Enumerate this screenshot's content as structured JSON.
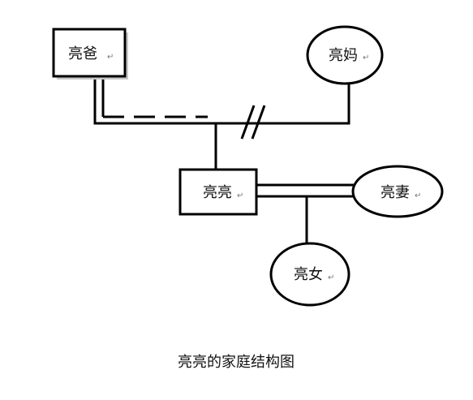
{
  "paragraph_mark": "↵",
  "nodes": {
    "father": {
      "label": "亮爸",
      "shape": "square"
    },
    "mother": {
      "label": "亮妈",
      "shape": "circle"
    },
    "self": {
      "label": "亮亮",
      "shape": "square"
    },
    "wife": {
      "label": "亮妻",
      "shape": "circle"
    },
    "daughter": {
      "label": "亮女",
      "shape": "circle"
    }
  },
  "relationships": {
    "father_mother": "divorced",
    "father_self": "distant",
    "self_wife": "close"
  },
  "caption": "亮亮的家庭结构图",
  "colors": {
    "line": "#000000",
    "shadow": "#c8c8c8",
    "background": "#ffffff"
  }
}
